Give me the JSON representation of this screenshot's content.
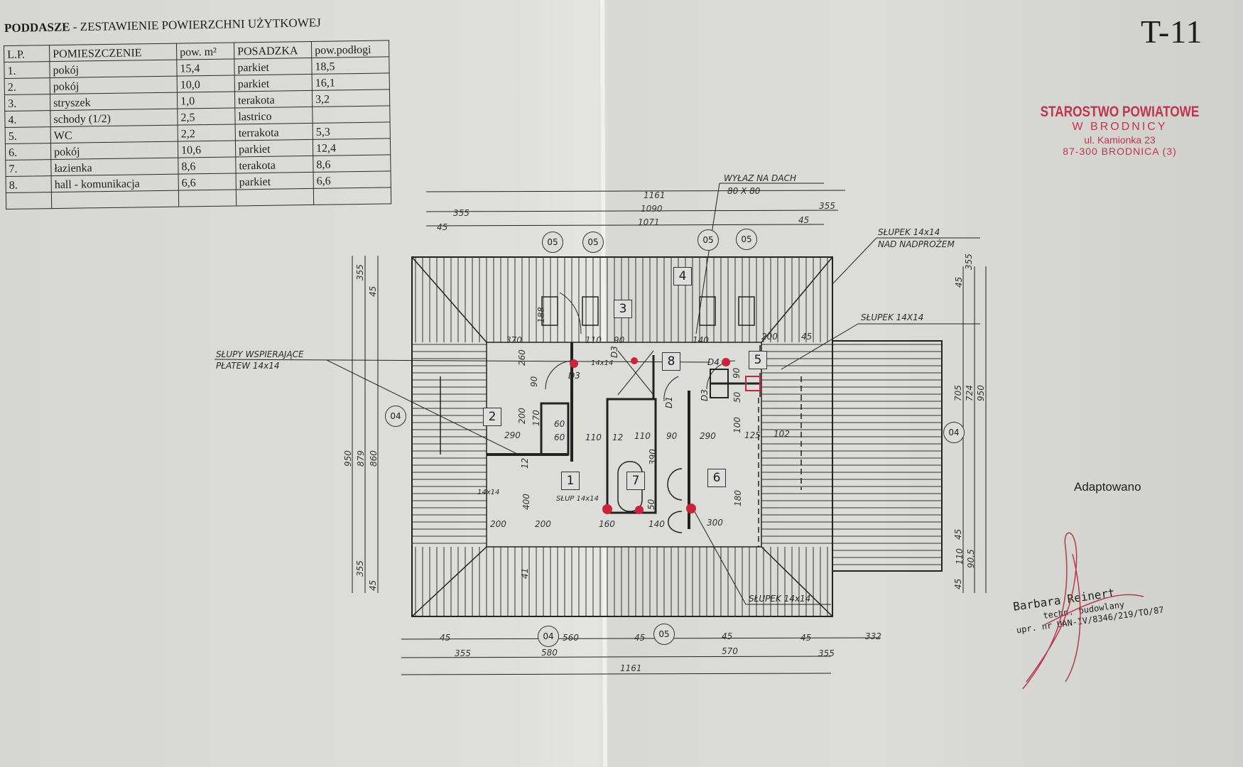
{
  "header": {
    "title_bold": "PODDASZE",
    "title_rest": " - ZESTAWIENIE POWIERZCHNI UŻYTKOWEJ",
    "sheet_number": "T-11"
  },
  "area_table": {
    "columns": [
      "L.P.",
      "POMIESZCZENIE",
      "pow. m²",
      "POSADZKA",
      "pow.podłogi"
    ],
    "rows": [
      [
        "1.",
        "pokój",
        "15,4",
        "parkiet",
        "18,5"
      ],
      [
        "2.",
        "pokój",
        "10,0",
        "parkiet",
        "16,1"
      ],
      [
        "3.",
        "stryszek",
        "1,0",
        "terakota",
        "3,2"
      ],
      [
        "4.",
        "schody (1/2)",
        "2,5",
        "lastrico",
        ""
      ],
      [
        "5.",
        "WC",
        "2,2",
        "terrakota",
        "5,3"
      ],
      [
        "6.",
        "pokój",
        "10,6",
        "parkiet",
        "12,4"
      ],
      [
        "7.",
        "łazienka",
        "8,6",
        "terakota",
        "8,6"
      ],
      [
        "8.",
        "hall - komunikacja",
        "6,6",
        "parkiet",
        "6,6"
      ]
    ]
  },
  "stamp": {
    "line1": "STAROSTWO POWIATOWE",
    "line2": "W BRODNICY",
    "line3": "ul. Kamionka 23",
    "line4": "87-300 BRODNICA  (3)",
    "color": "#c0354e"
  },
  "adapted_label": "Adaptowano",
  "signature_block": {
    "name": "Barbara Reinert",
    "role": "techn. budowlany",
    "license": "upr. nr UAN-IV/8346/219/TO/87"
  },
  "plan": {
    "callouts": {
      "roof_exit_1": "WYŁAZ NA DACH",
      "roof_exit_2": "80 X 80",
      "post_lintel_1": "SŁUPEK 14x14",
      "post_lintel_2": "NAD NADPROŻEM",
      "post_right": "SŁUPEK 14X14",
      "purlin_posts_1": "SŁUPY WSPIERAJĄCE",
      "purlin_posts_2": "PŁATEW        14x14",
      "post_bottom": "SŁUPEK 14x14",
      "post_room1": "SŁUP 14x14",
      "post_left": "14x14",
      "post_hall": "14x14"
    },
    "rooms": [
      "1",
      "2",
      "3",
      "4",
      "5",
      "6",
      "7",
      "8"
    ],
    "axes": {
      "a05": "05",
      "a04": "04"
    },
    "doors": {
      "d3": "D3",
      "d4": "D4",
      "d1": "D1"
    },
    "dims_top": {
      "overall": "1161",
      "mid": "1090",
      "inner": "1071",
      "left_355": "355",
      "left_45": "45",
      "right_355": "355",
      "right_45": "45"
    },
    "dims_bottom": {
      "l45": "45",
      "l355": "355",
      "d560": "560",
      "d580": "580",
      "m45": "45",
      "c45": "45",
      "d570": "570",
      "r45": "45",
      "r355": "355",
      "d332": "332",
      "overall": "1161"
    },
    "dims_left": {
      "t355": "355",
      "t45": "45",
      "d950": "950",
      "d879": "879",
      "d860": "860",
      "b355": "355",
      "b45": "45"
    },
    "dims_right": {
      "t355": "355",
      "t45": "45",
      "d705": "705",
      "d724": "724",
      "d950": "950",
      "b45a": "45",
      "d110": "110",
      "d905": "90,5",
      "b45b": "45"
    },
    "dims_inner": {
      "a": "370",
      "b": "110",
      "c": "90",
      "d": "140",
      "e": "200",
      "f": "45",
      "g": "260",
      "h": "90",
      "i": "200",
      "j": "170",
      "k": "290",
      "l": "110",
      "m": "12",
      "n": "110",
      "o": "90",
      "p": "290",
      "q": "125",
      "r": "102",
      "s": "60",
      "t": "60",
      "u": "390",
      "v": "200",
      "w": "200",
      "x": "160",
      "y": "140",
      "z": "300",
      "aa": "400",
      "ab": "180",
      "ac": "50",
      "ad": "100",
      "ae": "12",
      "af": "41",
      "ag": "90",
      "ah": "50",
      "ai": "188"
    }
  }
}
